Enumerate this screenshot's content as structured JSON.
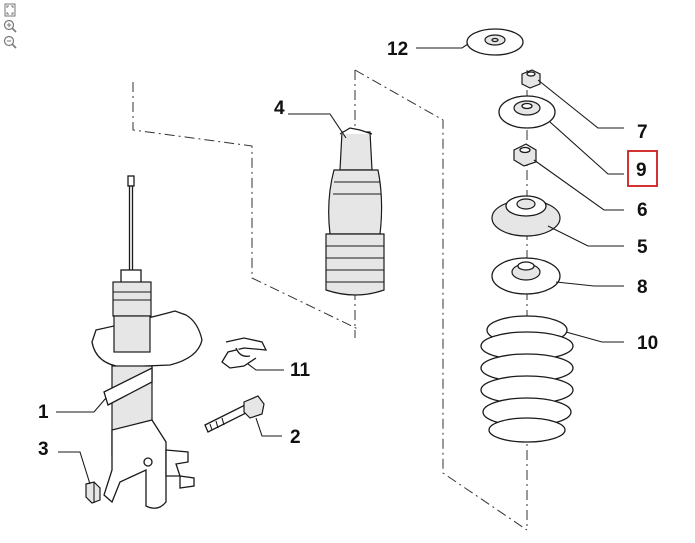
{
  "toolbar": {
    "icons": [
      "fit-to-page-icon",
      "zoom-in-icon",
      "zoom-out-icon"
    ]
  },
  "colors": {
    "highlight": "#d01c1c",
    "line": "#1a1a1a",
    "shade": "#e6e6e6"
  },
  "callouts": {
    "p1": "1",
    "p2": "2",
    "p3": "3",
    "p4": "4",
    "p5": "5",
    "p6": "6",
    "p7": "7",
    "p8": "8",
    "p9": "9",
    "p10": "10",
    "p11": "11",
    "p12": "12"
  },
  "selected_callout": "9"
}
